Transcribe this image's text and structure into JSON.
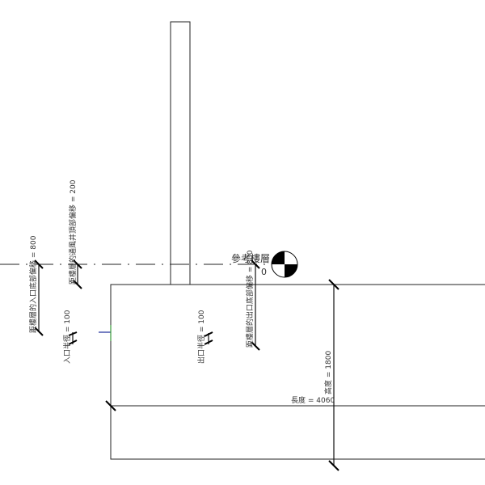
{
  "level": {
    "name": "參考樓層",
    "elevation": "0"
  },
  "dimensions": {
    "inlet_bottom_offset": "距樓層的入口底部偏移 = 800",
    "shaft_top_offset": "距樓層的通風井頂部偏移 = 200",
    "inlet_radius": "入口半徑 = 100",
    "outlet_radius": "出口半徑 = 100",
    "outlet_bottom_offset": "距樓層的出口底部偏移 = 800",
    "height": "高度 = 1800",
    "length": "長度 = 4060"
  }
}
